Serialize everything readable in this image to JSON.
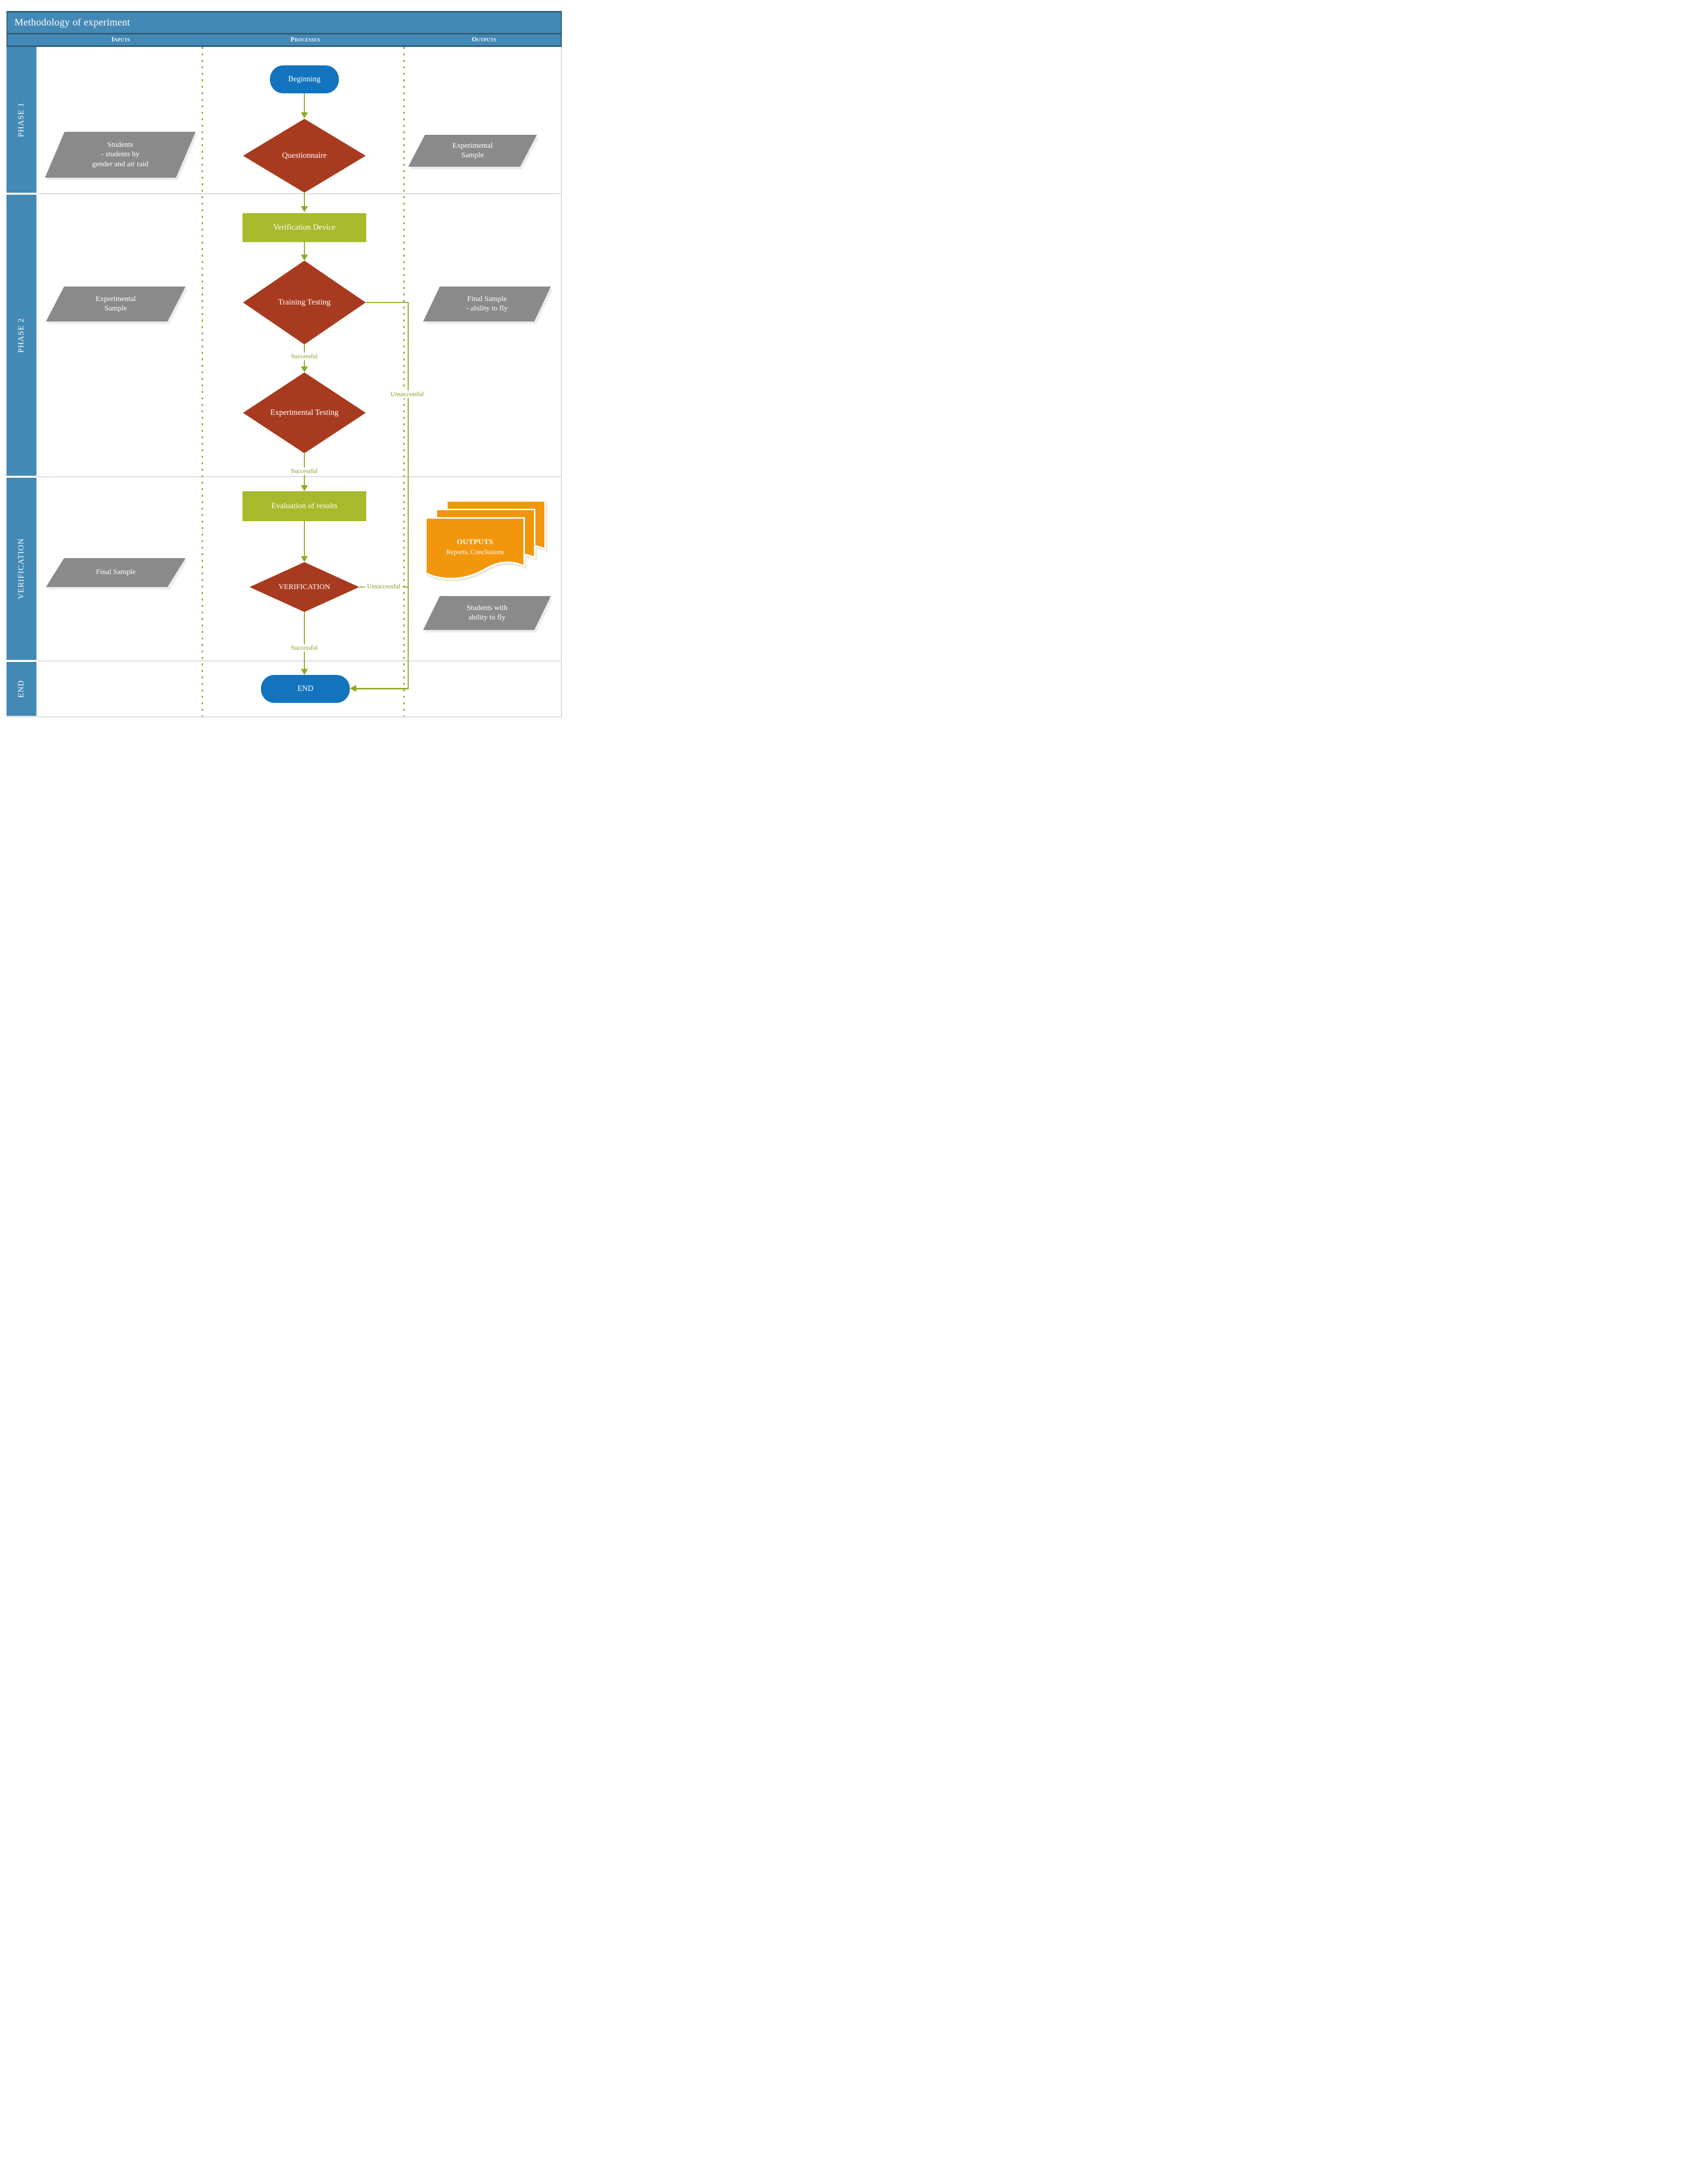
{
  "title": "Methodology of experiment",
  "columns": {
    "inputs": "Inputs",
    "processes": "Processes",
    "outputs": "Outputs"
  },
  "sidebar": {
    "phase1": "PHASE 1",
    "phase2": "PHASE 2",
    "verification": "VERIFICATION",
    "end": "END"
  },
  "nodes": {
    "beginning": {
      "label": "Beginning",
      "type": "terminator"
    },
    "questionnaire": {
      "label": "Questionnaire",
      "type": "decision"
    },
    "students_input": {
      "label": "Students\n- students by\ngender and air raid",
      "type": "data"
    },
    "experimental_sample_output": {
      "label": "Experimental\nSample",
      "type": "data"
    },
    "verification_device": {
      "label": "Verification Device",
      "type": "process"
    },
    "training_testing": {
      "label": "Training Testing",
      "type": "decision"
    },
    "experimental_sample_input": {
      "label": "Experimental\nSample",
      "type": "data"
    },
    "final_sample_output": {
      "label": "Final Sample\n- ability to fly",
      "type": "data"
    },
    "experimental_testing": {
      "label": "Experimental Testing",
      "type": "decision"
    },
    "evaluation_of_results": {
      "label": "Evaluation of results",
      "type": "process"
    },
    "verification": {
      "label": "VERIFICATION",
      "type": "decision"
    },
    "outputs_documents": {
      "heading": "OUTPUTS",
      "body": "Reports, Conclusions",
      "type": "document-stack"
    },
    "final_sample_input": {
      "label": "Final Sample",
      "type": "data"
    },
    "students_ability_output": {
      "label": "Students with\nability to fly",
      "type": "data"
    },
    "end": {
      "label": "END",
      "type": "terminator"
    }
  },
  "edge_labels": {
    "training_successful": "Successful",
    "training_unsuccessful": "Unsuccessful",
    "experimental_successful": "Successful",
    "verification_unsuccessful": "Unsuccessful",
    "verification_successful": "Successful"
  },
  "colors": {
    "band_blue": "#4389B5",
    "border_dark": "#2D5B73",
    "terminator_blue": "#1273BE",
    "decision_red": "#A83B1F",
    "process_green": "#A7BA2B",
    "connector_olive": "#8FA922",
    "label_olive": "#7E9A1E",
    "data_gray": "#8A8A8A",
    "document_orange": "#F2960D",
    "separator_gray": "#D9D9D9"
  }
}
